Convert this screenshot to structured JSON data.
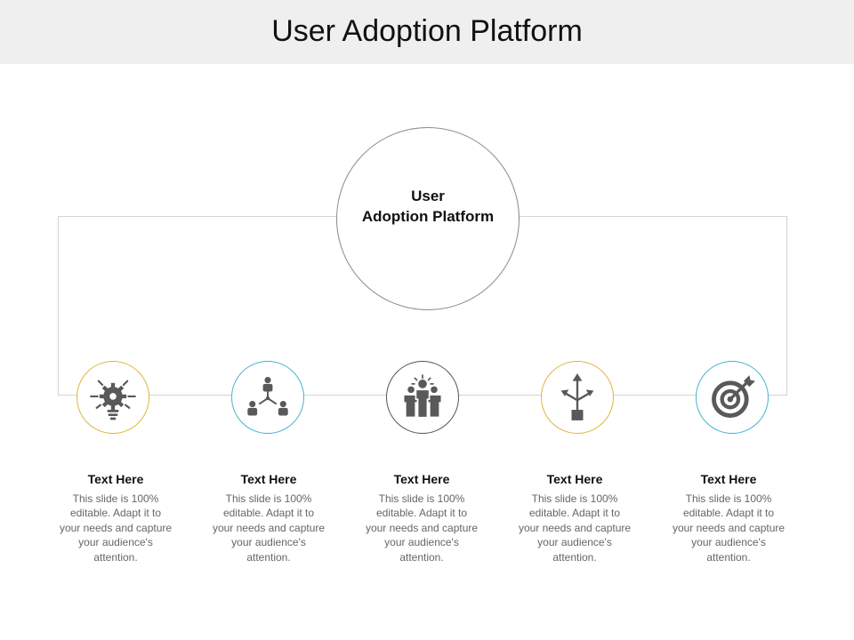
{
  "title": "User Adoption Platform",
  "hub": {
    "line1": "User",
    "line2": "Adoption Platform"
  },
  "colors": {
    "icon": "#595959",
    "ring_gold": "#e0b53c",
    "ring_teal": "#45b4cc",
    "ring_dark": "#555555",
    "frame": "#d4d4d4",
    "title_bar": "#efefef"
  },
  "items": [
    {
      "icon": "lightbulb-gear-icon",
      "ring": "#e0b53c",
      "title": "Text Here",
      "body": "This slide is 100% editable. Adapt it to your needs and capture your audience's attention."
    },
    {
      "icon": "network-people-icon",
      "ring": "#45b4cc",
      "title": "Text Here",
      "body": "This slide is 100% editable. Adapt it to your needs and capture your audience's attention."
    },
    {
      "icon": "team-idea-icon",
      "ring": "#555555",
      "title": "Text Here",
      "body": "This slide is 100% editable. Adapt it to your needs and capture your audience's attention."
    },
    {
      "icon": "direction-arrows-icon",
      "ring": "#e0b53c",
      "title": "Text Here",
      "body": "This slide is 100% editable. Adapt it to your needs and capture your audience's attention."
    },
    {
      "icon": "target-icon",
      "ring": "#45b4cc",
      "title": "Text Here",
      "body": "This slide is 100% editable. Adapt it to your needs and capture your audience's attention."
    }
  ]
}
